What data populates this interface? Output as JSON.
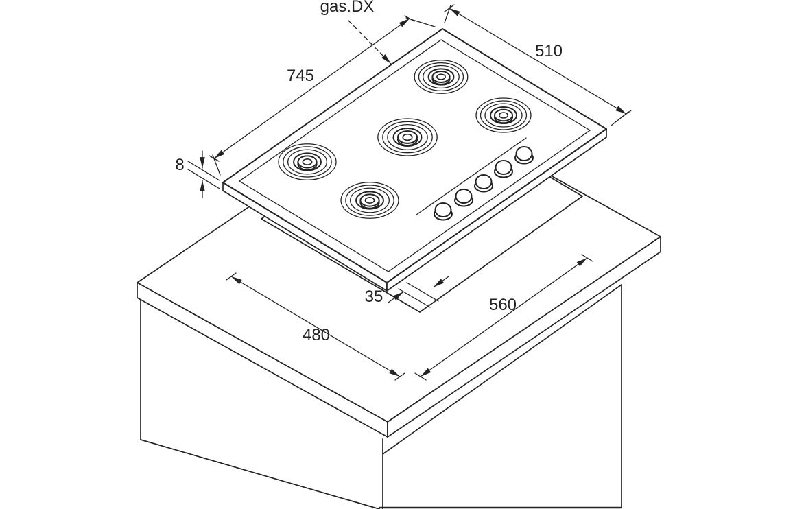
{
  "page": {
    "background": "#ffffff",
    "ink": "#232323"
  },
  "diagram": {
    "annotations": {
      "gas_connection": "gas.DX"
    },
    "dimensions": {
      "hob_width": "745",
      "hob_depth": "510",
      "profile_height": "8",
      "inset_depth": "35",
      "cutout_depth": "480",
      "cutout_width": "560"
    }
  }
}
